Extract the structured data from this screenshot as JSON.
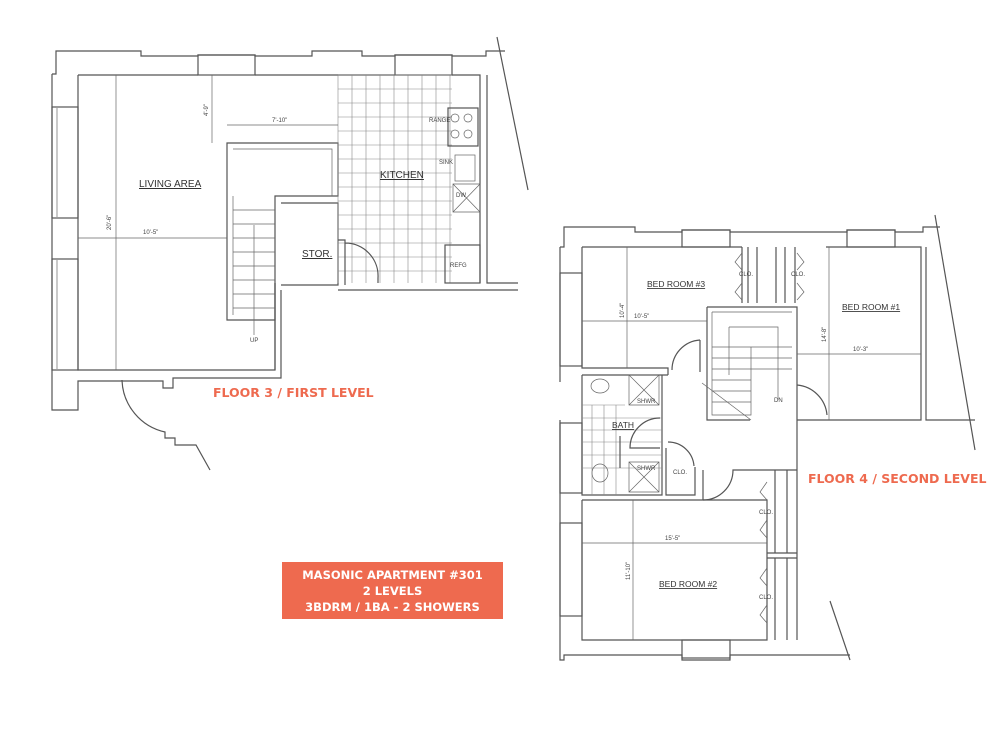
{
  "floor3": {
    "title": "FLOOR 3 / FIRST LEVEL",
    "rooms": {
      "living": "LIVING AREA",
      "kitchen": "KITCHEN",
      "storage": "STOR."
    },
    "fixtures": {
      "range": "RANGE",
      "sink": "SINK",
      "dw": "DW",
      "refg": "REFG",
      "up": "UP"
    },
    "dims": {
      "living_height": "20'-6\"",
      "living_width": "10'-5\"",
      "alcove_depth": "4'-9\"",
      "alcove_width": "7'-10\""
    }
  },
  "floor4": {
    "title": "FLOOR 4 / SECOND LEVEL",
    "rooms": {
      "bed3": "BED ROOM #3",
      "bed1": "BED ROOM #1",
      "bed2": "BED ROOM #2",
      "bath": "BATH"
    },
    "fixtures": {
      "clo": "CLO.",
      "shwr": "SHWR",
      "dn": "DN"
    },
    "dims": {
      "bed3_h": "10'-4\"",
      "bed3_w": "10'-5\"",
      "bed1_h": "14'-8\"",
      "bed1_w": "10'-3\"",
      "bed2_w": "15'-5\"",
      "bed2_h": "11'-10\""
    }
  },
  "info": {
    "line1": "MASONIC APARTMENT #301",
    "line2": "2 LEVELS",
    "line3": "3BDRM / 1BA - 2 SHOWERS",
    "color": "#ee6a4f"
  }
}
